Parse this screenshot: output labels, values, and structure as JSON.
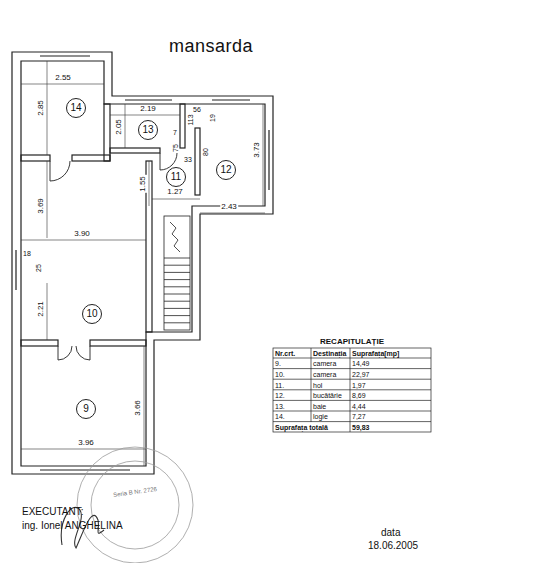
{
  "diagram": {
    "title": "mansarda",
    "nodes": [
      {
        "text": [
          "14"
        ]
      },
      {
        "text": [
          "13"
        ]
      },
      {
        "text": [
          "11"
        ]
      },
      {
        "text": [
          "12"
        ]
      },
      {
        "text": [
          "10"
        ]
      },
      {
        "text": [
          "9"
        ]
      }
    ],
    "labels": [
      "2.55",
      "2.85",
      "2.19",
      "2.05",
      "56",
      "19",
      "113",
      "7",
      "75",
      "33",
      "80",
      "3.73",
      "1.55",
      "1.27",
      "2.43",
      "3.69",
      "3.90",
      "18",
      "25",
      "2.21",
      "3.66",
      "3.96",
      "RECAPITULAȚIE",
      "Nr.crt.",
      "Destinația",
      "Suprafața[mp]",
      "9.",
      "camera",
      "14,49",
      "10.",
      "camera",
      "22,97",
      "11.",
      "hol",
      "1,97",
      "12.",
      "bucătărie",
      "8,69",
      "13.",
      "baie",
      "4,44",
      "14.",
      "logie",
      "7,27",
      "Suprafața totală",
      "59,83",
      "EXECUTANT:",
      "ing. Ionel ANGHELINA",
      "data",
      "18.06.2005",
      "Seria B Nr. 2726"
    ]
  }
}
